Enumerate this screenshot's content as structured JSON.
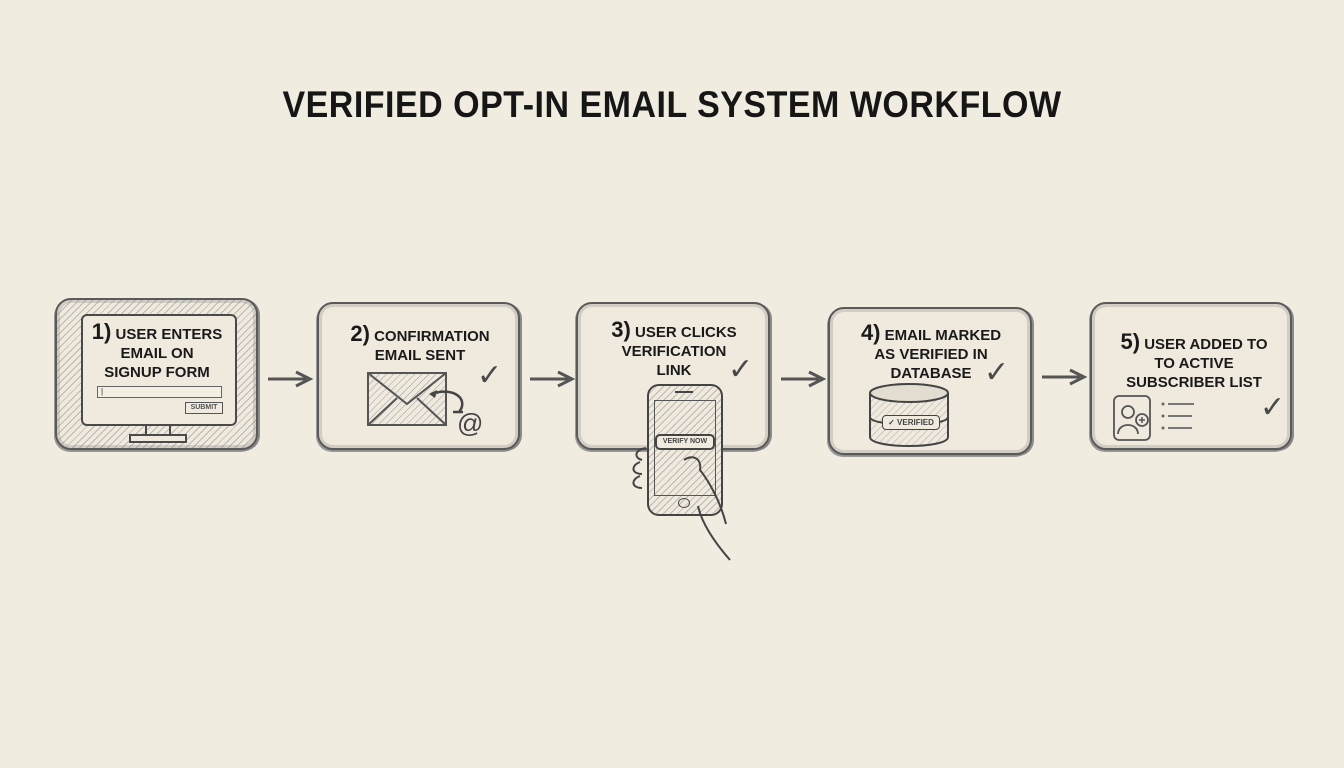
{
  "title": "VERIFIED OPT-IN EMAIL SYSTEM WORKFLOW",
  "steps": [
    {
      "number": "1)",
      "lines": [
        "USER ENTERS",
        "EMAIL ON",
        "SIGNUP FORM"
      ],
      "illustration": "monitor-signup-form",
      "button_label": "SUBMIT"
    },
    {
      "number": "2)",
      "lines": [
        "CONFIRMATION",
        "EMAIL SENT"
      ],
      "illustration": "envelope-with-at-sign"
    },
    {
      "number": "3)",
      "lines": [
        "USER CLICKS",
        "VERIFICATION",
        "LINK"
      ],
      "illustration": "hand-holding-phone",
      "button_label": "VERIFY NOW"
    },
    {
      "number": "4)",
      "lines": [
        "EMAIL MARKED",
        "AS VERIFIED IN",
        "DATABASE"
      ],
      "illustration": "database-cylinder",
      "badge_label": "VERIFIED"
    },
    {
      "number": "5)",
      "lines": [
        "USER ADDED TO",
        "TO ACTIVE",
        "SUBSCRIBER LIST"
      ],
      "illustration": "subscriber-list"
    }
  ],
  "check_icon": "✓",
  "at_icon": "@",
  "colors": {
    "background": "#f1ece0",
    "ink": "#1e1e1e",
    "pencil": "#5a5a5a"
  }
}
